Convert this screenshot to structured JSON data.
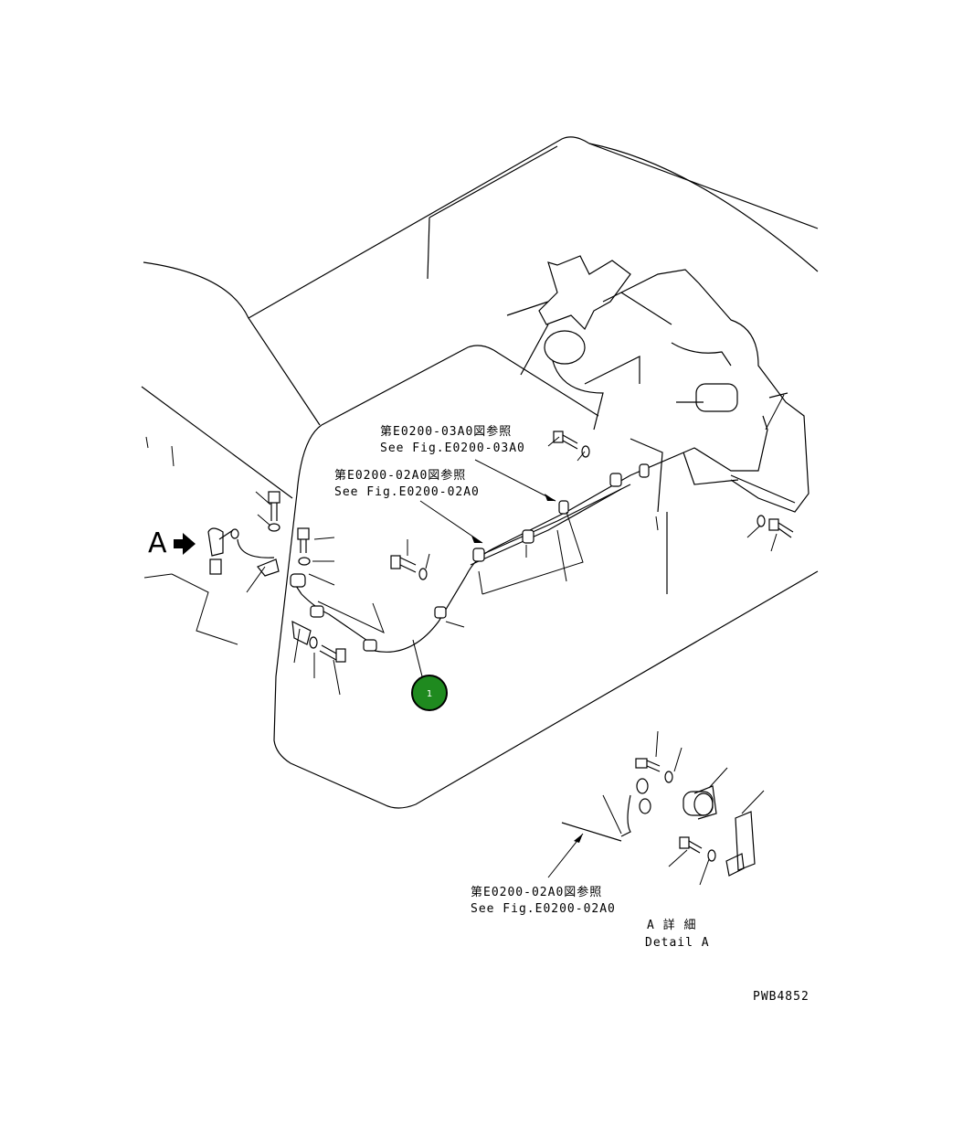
{
  "callouts": {
    "upper_ref_ja": "第E0200-03A0図参照",
    "upper_ref_en": "See Fig.E0200-03A0",
    "middle_ref_ja": "第E0200-02A0図参照",
    "middle_ref_en": "See Fig.E0200-02A0",
    "lower_ref_ja": "第E0200-02A0図参照",
    "lower_ref_en": "See Fig.E0200-02A0"
  },
  "view_marker": {
    "letter": "A"
  },
  "detail": {
    "title_ja": "A 詳 細",
    "title_en": "Detail A"
  },
  "part_badge": {
    "number": "1",
    "color": "#1f8a1f"
  },
  "drawing_id": "PWB4852"
}
